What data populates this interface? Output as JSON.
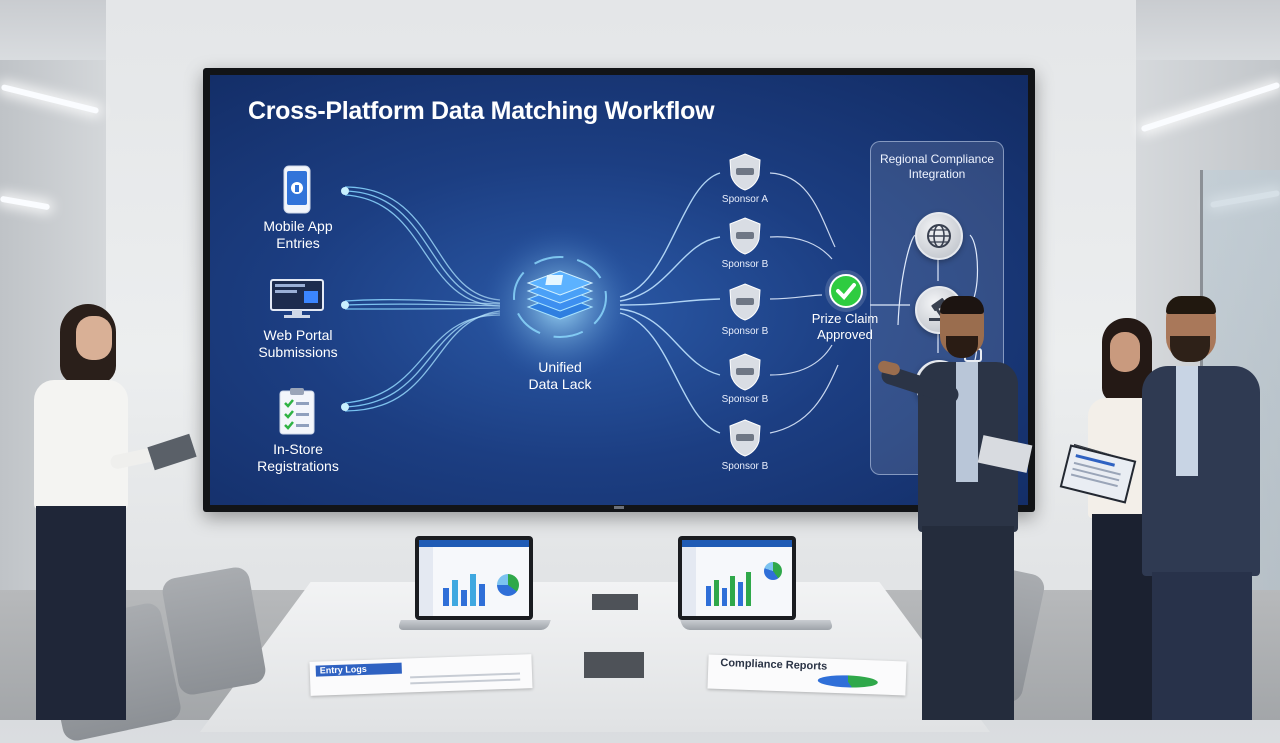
{
  "screen": {
    "title": "Cross-Platform Data Matching Workflow",
    "sources": [
      {
        "label_line1": "Mobile App",
        "label_line2": "Entries",
        "icon": "smartphone-icon"
      },
      {
        "label_line1": "Web Portal",
        "label_line2": "Submissions",
        "icon": "monitor-icon"
      },
      {
        "label_line1": "In-Store",
        "label_line2": "Registrations",
        "icon": "clipboard-checklist-icon"
      }
    ],
    "hub": {
      "label_line1": "Unified",
      "label_line2": "Data Lack",
      "icon": "database-stack-icon"
    },
    "sponsors": [
      "Sponsor A",
      "Sponsor B",
      "Sponsor B",
      "Sponsor B",
      "Sponsor B"
    ],
    "result": {
      "label_line1": "Prize Claim",
      "label_line2": "Approved",
      "icon": "green-check-icon"
    },
    "compliance": {
      "title_line1": "Regional Compliance",
      "title_line2": "Integration",
      "icons": [
        "globe-icon",
        "gavel-icon",
        "lock-icon"
      ]
    }
  },
  "table_papers": {
    "left": "Entry Logs",
    "right": "Compliance Reports"
  },
  "colors": {
    "screen_bg": "#1c3e82",
    "flow_line": "#7fd2ff",
    "check_green": "#2ecc40",
    "suit_dark": "#2b3446"
  }
}
